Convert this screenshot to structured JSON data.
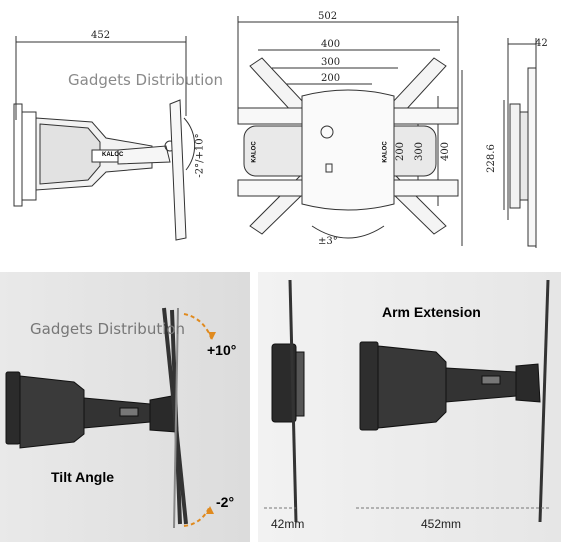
{
  "top_drawing": {
    "dims": {
      "side_width": "452",
      "front_width": "502",
      "arm_400": "400",
      "arm_300": "300",
      "arm_200": "200",
      "vert_200": "200",
      "vert_300": "300",
      "vert_400": "400",
      "depth_min": "42",
      "height": "228.6",
      "tilt": "-2°/+10°",
      "swivel": "±3°"
    },
    "brand_badge": "KALOC",
    "watermark": "Gadgets Distribution"
  },
  "tilt_photo": {
    "watermark": "Gadgets Distribution",
    "plus_label": "+10°",
    "minus_label": "-2°",
    "title": "Tilt Angle"
  },
  "arm_photo": {
    "title": "Arm Extension",
    "min_label": "42mm",
    "max_label": "452mm"
  }
}
